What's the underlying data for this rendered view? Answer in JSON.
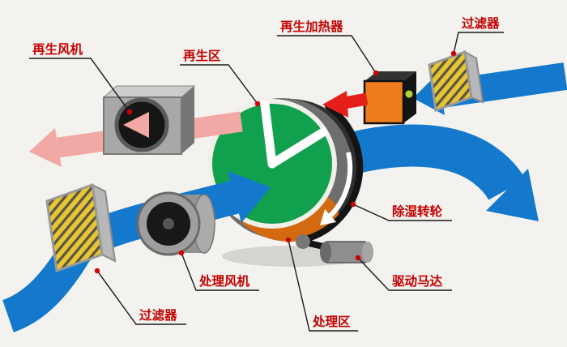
{
  "diagram": {
    "labels": {
      "regen_fan": "再生风机",
      "regen_zone": "再生区",
      "regen_heater": "再生加热器",
      "filter_top": "过滤器",
      "dehumid_wheel": "除湿转轮",
      "drive_motor": "驱动马达",
      "process_fan": "处理风机",
      "process_zone": "处理区",
      "filter_bottom": "过滤器"
    },
    "colors": {
      "process_air_blue": "#1478cd",
      "regen_exhaust_pink": "#f2a8a4",
      "hot_air_red": "#e41f1a",
      "wheel_green": "#11a04d",
      "wheel_desiccant_orange": "#d46a10",
      "heater_orange": "#ef7d1d",
      "filter_yellow": "#e8c531",
      "label_red": "#c40000",
      "background": "#f3f2ee"
    }
  }
}
